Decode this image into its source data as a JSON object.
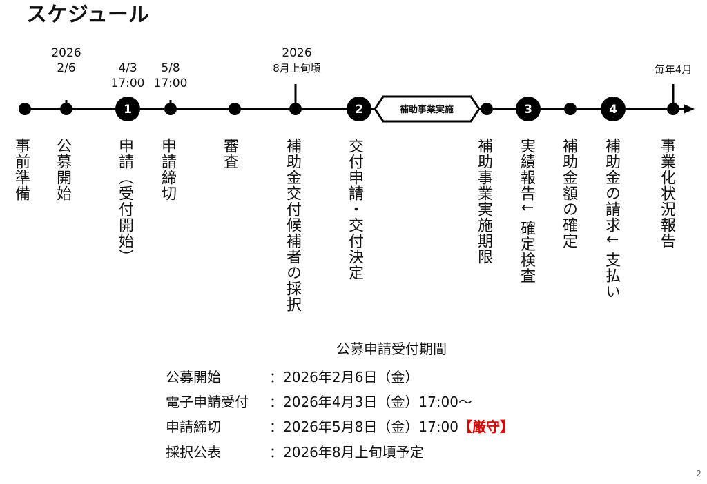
{
  "title": "スケジュール",
  "dates": {
    "d1": [
      "2026",
      "2/6"
    ],
    "d2": [
      "4/3",
      "17:00"
    ],
    "d3": [
      "5/8",
      "17:00"
    ],
    "d4": [
      "2026",
      "8月上旬頃"
    ],
    "d5": "毎年4月"
  },
  "nodes": {
    "n1": "1",
    "n2": "2",
    "n3": "3",
    "n4": "4",
    "phase": "補助事業実施"
  },
  "steps": [
    "事前準備",
    "公募開始",
    "申請（受付開始）",
    "申請締切",
    "審査",
    "補助金交付候補者の採択",
    "交付申請・交付決定",
    "補助事業実施期限",
    "実績報告↓ 確定検査",
    "補助金額の確定",
    "補助金の請求↓ 支払い",
    "事業化状況報告"
  ],
  "period": {
    "title": "公募申請受付期間",
    "rows": [
      {
        "label": "公募開始",
        "value": "：2026年2月6日（金）",
        "note": ""
      },
      {
        "label": "電子申請受付",
        "value": "：2026年4月3日（金）17:00～",
        "note": ""
      },
      {
        "label": "申請締切",
        "value": "：2026年5月8日（金）17:00",
        "note": "【厳守】"
      },
      {
        "label": "採択公表",
        "value": "：2026年8月上旬頃予定",
        "note": ""
      }
    ]
  },
  "page_number": "2",
  "colors": {
    "accent": "#e00000",
    "line": "#000000"
  }
}
